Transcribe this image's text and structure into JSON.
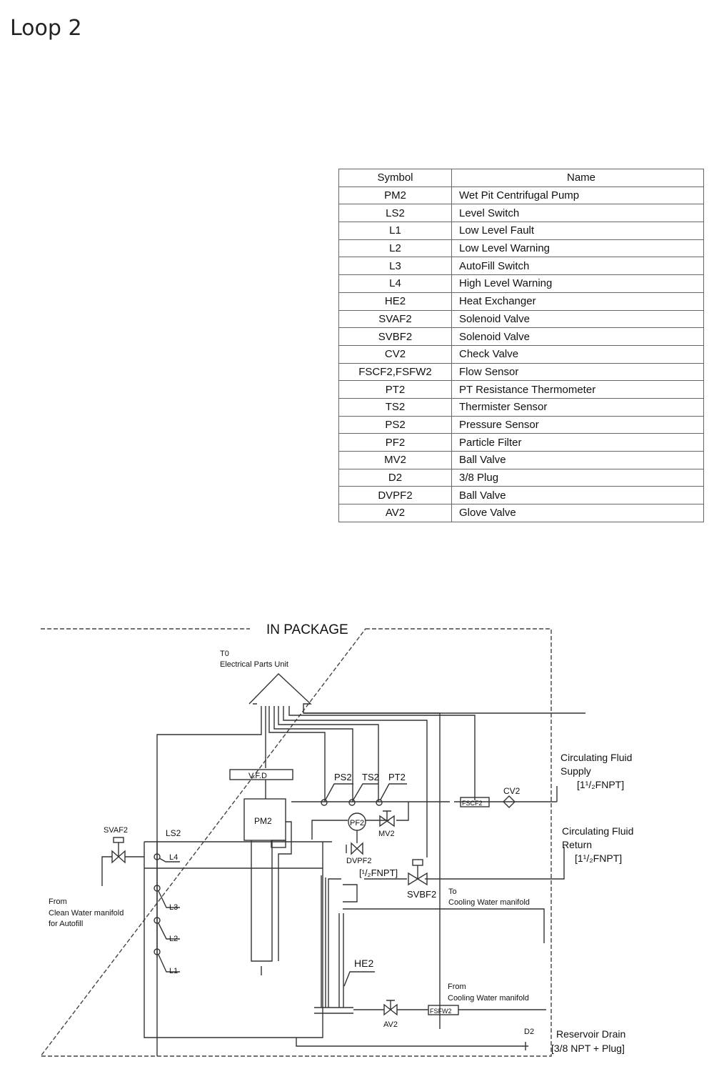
{
  "page": {
    "title": "Loop 2"
  },
  "legend": {
    "headers": {
      "symbol": "Symbol",
      "name": "Name"
    },
    "rows": [
      {
        "symbol": "PM2",
        "name": "Wet Pit Centrifugal Pump"
      },
      {
        "symbol": "LS2",
        "name": "Level Switch"
      },
      {
        "symbol": "L1",
        "name": "Low Level Fault",
        "sub": true
      },
      {
        "symbol": "L2",
        "name": "Low Level Warning",
        "sub": true
      },
      {
        "symbol": "L3",
        "name": "AutoFill Switch",
        "sub": true
      },
      {
        "symbol": "L4",
        "name": "High Level Warning",
        "sub": true
      },
      {
        "symbol": "HE2",
        "name": "Heat Exchanger"
      },
      {
        "symbol": "SVAF2",
        "name": "Solenoid Valve"
      },
      {
        "symbol": "SVBF2",
        "name": "Solenoid Valve"
      },
      {
        "symbol": "CV2",
        "name": "Check Valve"
      },
      {
        "symbol": "FSCF2,FSFW2",
        "name": "Flow Sensor"
      },
      {
        "symbol": "PT2",
        "name": "PT Resistance Thermometer"
      },
      {
        "symbol": "TS2",
        "name": "Thermister Sensor"
      },
      {
        "symbol": "PS2",
        "name": "Pressure Sensor"
      },
      {
        "symbol": "PF2",
        "name": "Particle Filter"
      },
      {
        "symbol": "MV2",
        "name": "Ball Valve"
      },
      {
        "symbol": "D2",
        "name": "3/8 Plug"
      },
      {
        "symbol": "DVPF2",
        "name": "Ball Valve"
      },
      {
        "symbol": "AV2",
        "name": "Glove Valve"
      }
    ]
  },
  "diagram": {
    "package_label": "IN PACKAGE",
    "electrical_unit": {
      "line1": "T0",
      "line2": "Electrical Parts Unit"
    },
    "vfd": "V.F.D",
    "pump": "PM2",
    "sensors": {
      "ps": "PS2",
      "ts": "TS2",
      "pt": "PT2"
    },
    "filter": "PF2",
    "mv": "MV2",
    "dvpf": "DVPF2",
    "fscf": "FSCF2",
    "cv": "CV2",
    "svaf": "SVAF2",
    "svbf": "SVBF2",
    "ls": "LS2",
    "levels": {
      "l1": "L1",
      "l2": "L2",
      "l3": "L3",
      "l4": "L4"
    },
    "he": "HE2",
    "av": "AV2",
    "fsfw": "FSFW2",
    "d2": "D2",
    "fnpt_small": "[¹/₂FNPT]",
    "supply": {
      "line1": "Circulating Fluid",
      "line2": "Supply",
      "line3": "[1¹/₂FNPT]"
    },
    "return": {
      "line1": "Circulating Fluid",
      "line2": "Return",
      "line3": "[1¹/₂FNPT]"
    },
    "autofill": {
      "line1": "From",
      "line2": "Clean Water manifold",
      "line3": "for Autofill"
    },
    "to_cooling": {
      "line1": "To",
      "line2": "Cooling Water manifold"
    },
    "from_cooling": {
      "line1": "From",
      "line2": "Cooling Water manifold"
    },
    "drain": {
      "line1": "Reservoir Drain",
      "line2": "[3/8 NPT + Plug]"
    }
  }
}
